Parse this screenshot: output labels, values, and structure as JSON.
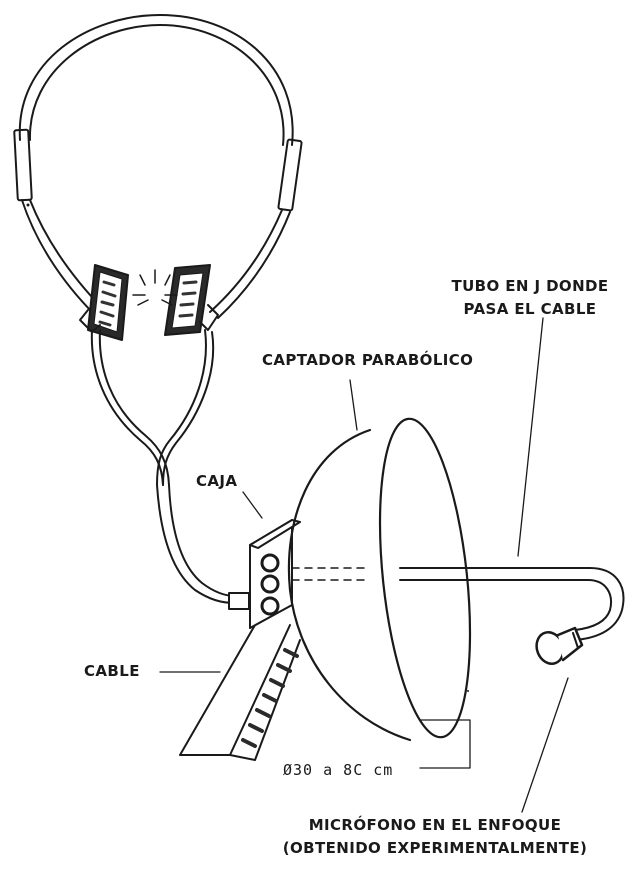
{
  "labels": {
    "tubo_line1": "TUBO EN J DONDE",
    "tubo_line2": "PASA EL CABLE",
    "captador": "CAPTADOR PARABÓLICO",
    "caja": "CAJA",
    "cable": "CABLE",
    "microfono_line1": "MICRÓFONO EN EL ENFOQUE",
    "microfono_line2": "(OBTENIDO EXPERIMENTALMENTE)"
  },
  "dimension": "Ø30 a 8C cm",
  "colors": {
    "ink": "#1a1a1a",
    "paper": "#ffffff"
  }
}
